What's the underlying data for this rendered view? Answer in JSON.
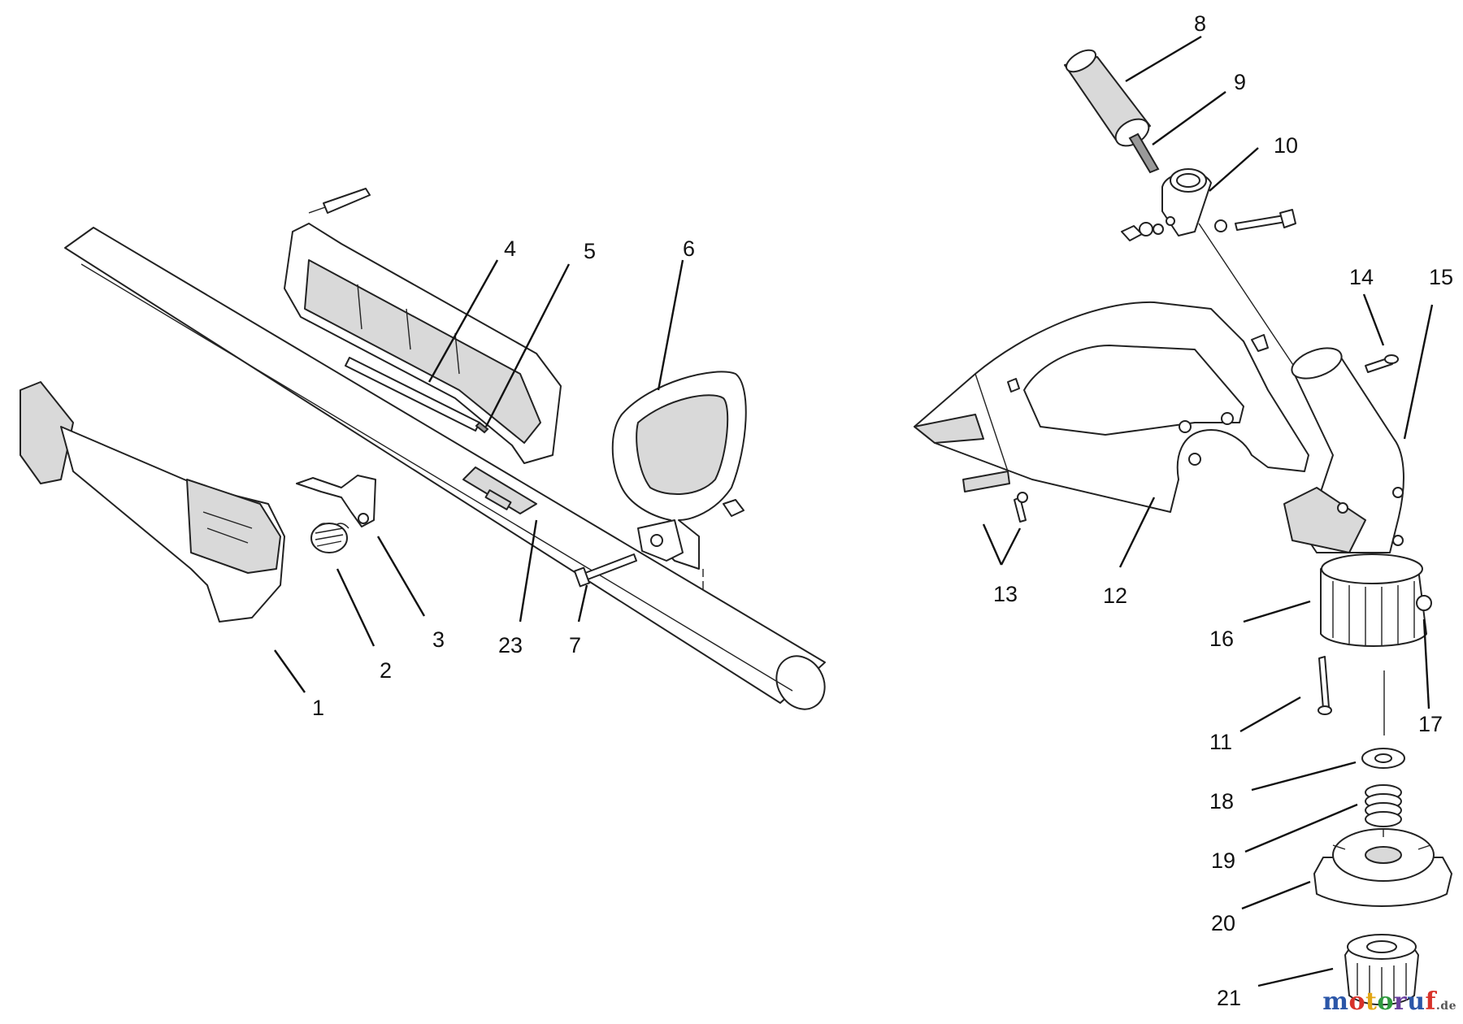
{
  "callouts": {
    "c1": "1",
    "c2": "2",
    "c3": "3",
    "c4": "4",
    "c5": "5",
    "c6": "6",
    "c7": "7",
    "c8": "8",
    "c9": "9",
    "c10": "10",
    "c11": "11",
    "c12": "12",
    "c13": "13",
    "c14": "14",
    "c15": "15",
    "c16": "16",
    "c17": "17",
    "c18": "18",
    "c19": "19",
    "c20": "20",
    "c21": "21",
    "c23": "23"
  },
  "watermark": {
    "text": "motoruf",
    "tld": ".de",
    "colors": [
      "#2b56a8",
      "#d8322a",
      "#e2a614",
      "#2f9a3e",
      "#6a3fa0"
    ]
  }
}
